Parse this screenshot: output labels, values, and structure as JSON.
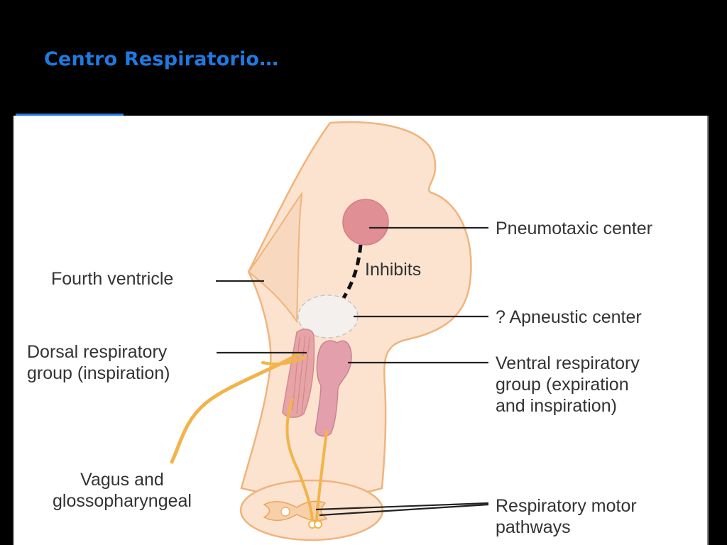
{
  "slide": {
    "title": "Centro Respiratorio…"
  },
  "diagram": {
    "labels": {
      "pneumotaxic_center": "Pneumotaxic center",
      "inhibits": "Inhibits",
      "fourth_ventricle": "Fourth ventricle",
      "apneustic_center": "? Apneustic center",
      "dorsal_respiratory_group": "Dorsal respiratory\ngroup (inspiration)",
      "ventral_respiratory_group": "Ventral respiratory\ngroup (expiration\nand inspiration)",
      "vagus_glossopharyngeal": "Vagus and\nglossopharyngeal",
      "respiratory_motor_pathways": "Respiratory motor\npathways"
    },
    "colors": {
      "brainstem_fill": "#fbe3d0",
      "brainstem_outline": "#f0b47c",
      "pneumotaxic_center": "#e08f94",
      "ventral_group": "#e3a0ac",
      "nerve": "#f2b44a",
      "title_accent": "#1e7ae0"
    }
  }
}
